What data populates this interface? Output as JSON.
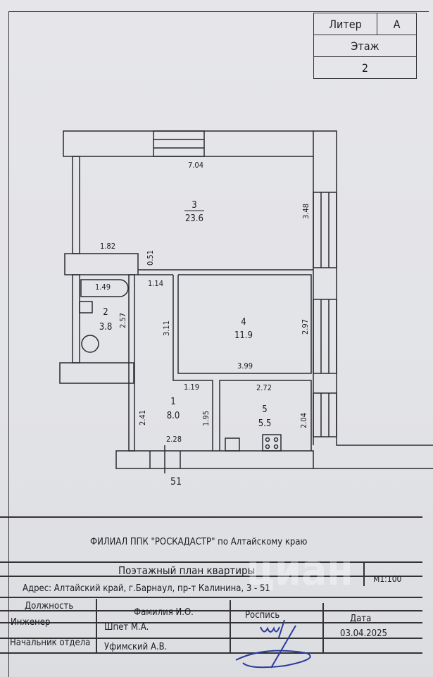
{
  "stamp": {
    "liter_label": "Литер",
    "liter_value": "А",
    "floor_label": "Этаж",
    "floor_value": "2"
  },
  "plan": {
    "rooms": [
      {
        "number": "3",
        "area": "23.6"
      },
      {
        "number": "2",
        "area": "3.8"
      },
      {
        "number": "4",
        "area": "11.9"
      },
      {
        "number": "1",
        "area": "8.0"
      },
      {
        "number": "5",
        "area": "5.5"
      }
    ],
    "dimensions": [
      "7.04",
      "3.48",
      "1.82",
      "0.51",
      "1.14",
      "1.49",
      "2.57",
      "3.11",
      "2.97",
      "3.99",
      "1.19",
      "2.72",
      "2.41",
      "1.95",
      "2.04",
      "2.28"
    ],
    "apartment_number": "51"
  },
  "title_block": {
    "organization": "ФИЛИАЛ ППК \"РОСКАДАСТР\" по Алтайскому краю",
    "document_title": "Поэтажный план квартиры",
    "scale": "М1:100",
    "address": "Адрес: Алтайский край, г.Барнаул, пр-т Калинина, 3 - 51",
    "headers": [
      "Должность",
      "Фамилия И.О.",
      "Роспись",
      "Дата"
    ],
    "rows": [
      {
        "position": "Инженер",
        "name": "Шпет М.А."
      },
      {
        "position": "Начальник отдела",
        "name": "Уфимский А.В."
      }
    ],
    "date": "03.04.2025"
  },
  "watermark": "циан"
}
